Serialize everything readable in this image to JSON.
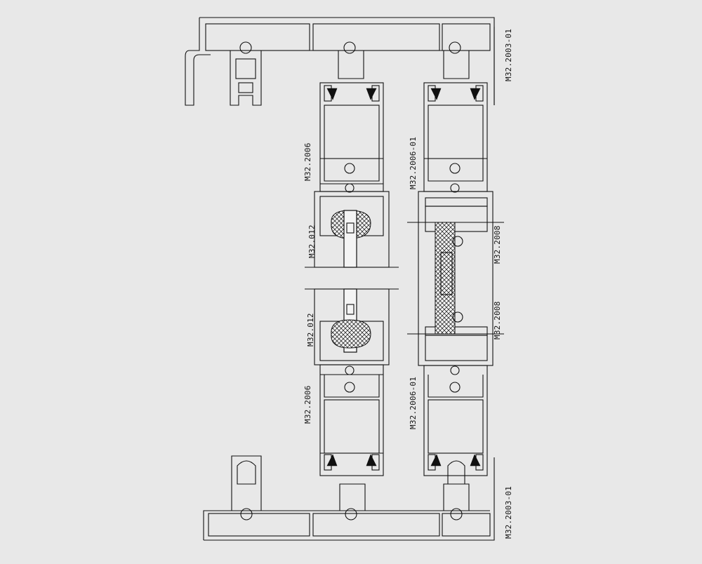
{
  "drawing": {
    "background": "#e8e8e8",
    "line_color": "#111111",
    "labels": {
      "top_frame": "M32.2003-01",
      "bottom_frame": "M32.2003-01",
      "left_sash_top": "M32.2006",
      "left_sash_bottom": "M32.2006",
      "interlock_top": "M32.012",
      "interlock_bottom": "M32.012",
      "right_sash_top": "M32.2006-01",
      "right_sash_bottom": "M32.2006-01",
      "glazing_bead_top": "M32.2008",
      "glazing_bead_bottom": "M32.2008"
    }
  }
}
